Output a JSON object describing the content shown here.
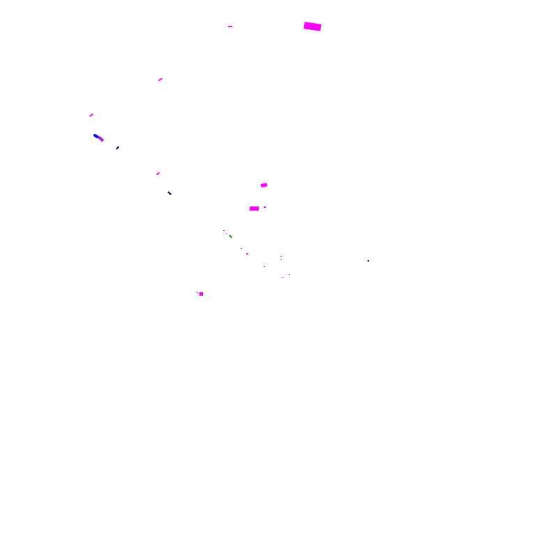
{
  "canvas": {
    "background": "#ffffff"
  },
  "palette": {
    "magenta": "#ff00ff",
    "violet": "#a020f0",
    "blue": "#0000ff",
    "navy": "#000080",
    "green": "#00a000",
    "dark": "#202020"
  },
  "specks": [
    {
      "name": "speck-top-dash",
      "color": "magenta"
    },
    {
      "name": "speck-top-right-blob",
      "color": "magenta"
    },
    {
      "name": "speck-upper-left-dash",
      "color": "magenta"
    },
    {
      "name": "speck-left-dash",
      "color": "magenta"
    },
    {
      "name": "speck-left-cluster-blue",
      "color": "blue"
    },
    {
      "name": "speck-left-cluster-violet",
      "color": "violet"
    },
    {
      "name": "speck-left-navy-dash",
      "color": "navy"
    },
    {
      "name": "speck-mid-left-dash",
      "color": "magenta"
    },
    {
      "name": "speck-mid-navy-dash",
      "color": "navy"
    },
    {
      "name": "speck-center-blob-small",
      "color": "magenta"
    },
    {
      "name": "speck-center-blob",
      "color": "magenta"
    },
    {
      "name": "speck-center-dot",
      "color": "magenta"
    },
    {
      "name": "speck-green-dash",
      "color": "green"
    },
    {
      "name": "speck-center-lower-dot",
      "color": "magenta"
    },
    {
      "name": "speck-right-dot",
      "color": "dark"
    },
    {
      "name": "speck-lower-left-blob",
      "color": "magenta"
    }
  ]
}
